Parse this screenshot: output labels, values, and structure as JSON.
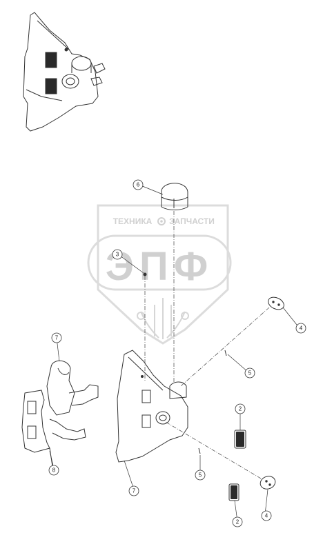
{
  "watermark": {
    "tagline_left": "ТЕХНИКА",
    "tagline_right": "ЗАПЧАСТИ",
    "letters": "ЭПФ",
    "gear_icon": "gear-icon",
    "wheat_icon": "wheat-emblem-icon"
  },
  "callouts": [
    {
      "id": "c6",
      "label": "6"
    },
    {
      "id": "c3",
      "label": "3"
    },
    {
      "id": "c4a",
      "label": "4"
    },
    {
      "id": "c5a",
      "label": "5"
    },
    {
      "id": "c7a",
      "label": "7"
    },
    {
      "id": "c8",
      "label": "8"
    },
    {
      "id": "c7b",
      "label": "7"
    },
    {
      "id": "c2a",
      "label": "2"
    },
    {
      "id": "c5b",
      "label": "5"
    },
    {
      "id": "c4b",
      "label": "4"
    },
    {
      "id": "c2b",
      "label": "2"
    }
  ],
  "colors": {
    "line": "#333333",
    "watermark": "#d9d9d9",
    "dark_fill": "#2a2a2a"
  }
}
